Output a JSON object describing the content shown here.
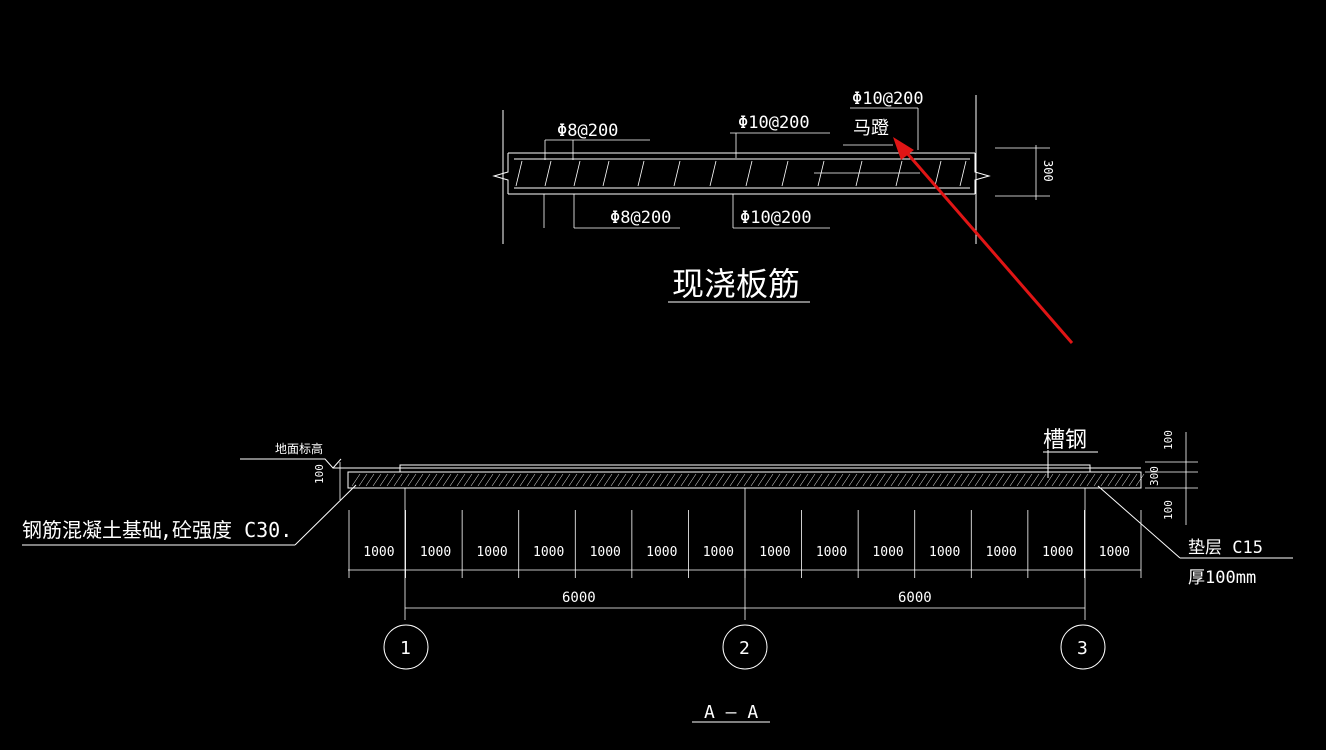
{
  "colors": {
    "background": "#000000",
    "line": "#ffffff",
    "arrow": "#e01515"
  },
  "slab_detail": {
    "top_left_rebar": "Φ8@200",
    "top_mid_rebar": "Φ10@200",
    "top_right_rebar": "Φ10@200",
    "chair_label": "马蹬",
    "bottom_left_rebar": "Φ8@200",
    "bottom_mid_rebar": "Φ10@200",
    "thickness_dim": "300",
    "title": "现浇板筋"
  },
  "section": {
    "ground_label": "地面标高",
    "channel_label": "槽钢",
    "left_dim": "100",
    "right_dims": [
      "100",
      "300",
      "100"
    ],
    "foundation_note_1": "钢筋混凝土基础",
    "foundation_note_2": ",砼强度 C30.",
    "cushion_label_1": "垫层 C15",
    "cushion_label_2": "厚100mm",
    "spacing_labels": [
      "1000",
      "1000",
      "1000",
      "1000",
      "1000",
      "1000",
      "1000",
      "1000",
      "1000",
      "1000",
      "1000",
      "1000",
      "1000",
      "1000"
    ],
    "span_labels": [
      "6000",
      "6000"
    ],
    "axis_labels": [
      "1",
      "2",
      "3"
    ],
    "section_title": "A — A"
  }
}
